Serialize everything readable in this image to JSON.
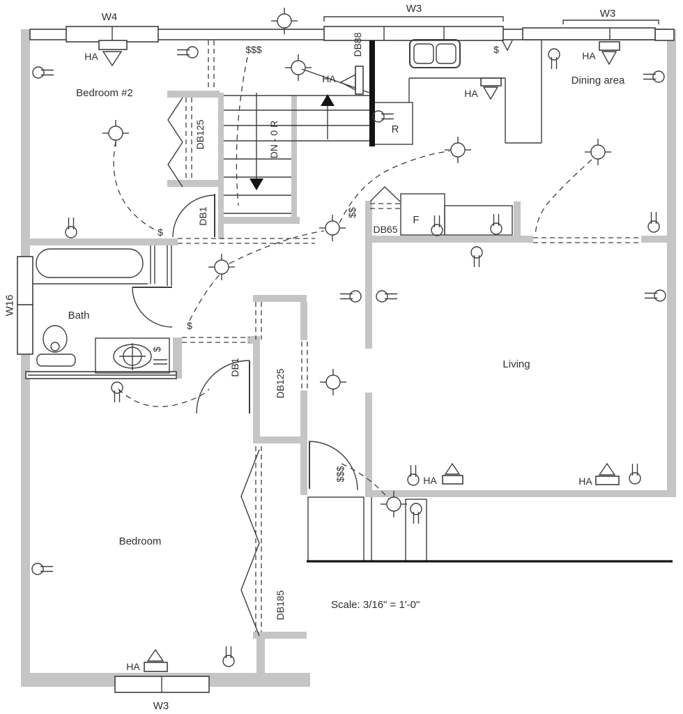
{
  "title": "Residential electrical floor plan",
  "colors": {
    "background": "#ffffff",
    "wall_gray": "#c5c5c5",
    "line": "#3d3d3d",
    "door_black": "#141414"
  },
  "rooms": {
    "bedroom2": "Bedroom #2",
    "dining": "Dining area",
    "bath": "Bath",
    "living": "Living",
    "bedroom": "Bedroom"
  },
  "windows": {
    "w4": "W4",
    "w3_top": "W3",
    "w3_right": "W3",
    "w3_bottom": "W3",
    "w16": "W16"
  },
  "doors": {
    "db88": "DB88",
    "db125_bedroom2": "DB125",
    "db1_upper": "DB1",
    "db1_lower": "DB1",
    "db125_hall": "DB125",
    "db185": "DB185",
    "db65": "DB65"
  },
  "stairs": {
    "direction_label": "DN - 0 R"
  },
  "appliances": {
    "range": "R",
    "furnace": "F"
  },
  "switches": {
    "single": "$",
    "two_way": "$$",
    "three_way": "$$$"
  },
  "hvac": {
    "register": "HA"
  },
  "scale_note": "Scale: 3/16\" = 1'-0\""
}
